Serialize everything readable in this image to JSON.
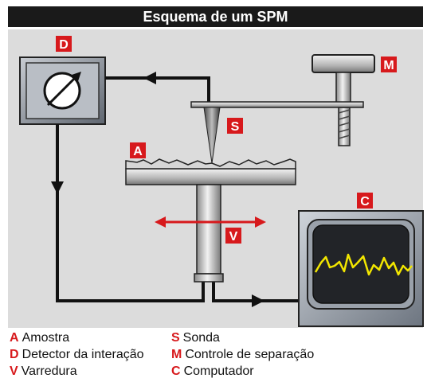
{
  "title": "Esquema de um SPM",
  "colors": {
    "accent": "#d7191c",
    "panel": "#dcdcdc",
    "title_bg": "#1a1a1a",
    "signal": "#f2e600"
  },
  "component_labels": {
    "detector": "D",
    "control": "M",
    "probe": "S",
    "sample": "A",
    "scan": "V",
    "computer": "C"
  },
  "legend": [
    {
      "key": "A",
      "text": "Amostra"
    },
    {
      "key": "D",
      "text": "Detector da interação"
    },
    {
      "key": "V",
      "text": "Varredura"
    },
    {
      "key": "S",
      "text": "Sonda"
    },
    {
      "key": "M",
      "text": "Controle de separação"
    },
    {
      "key": "C",
      "text": "Computador"
    }
  ]
}
